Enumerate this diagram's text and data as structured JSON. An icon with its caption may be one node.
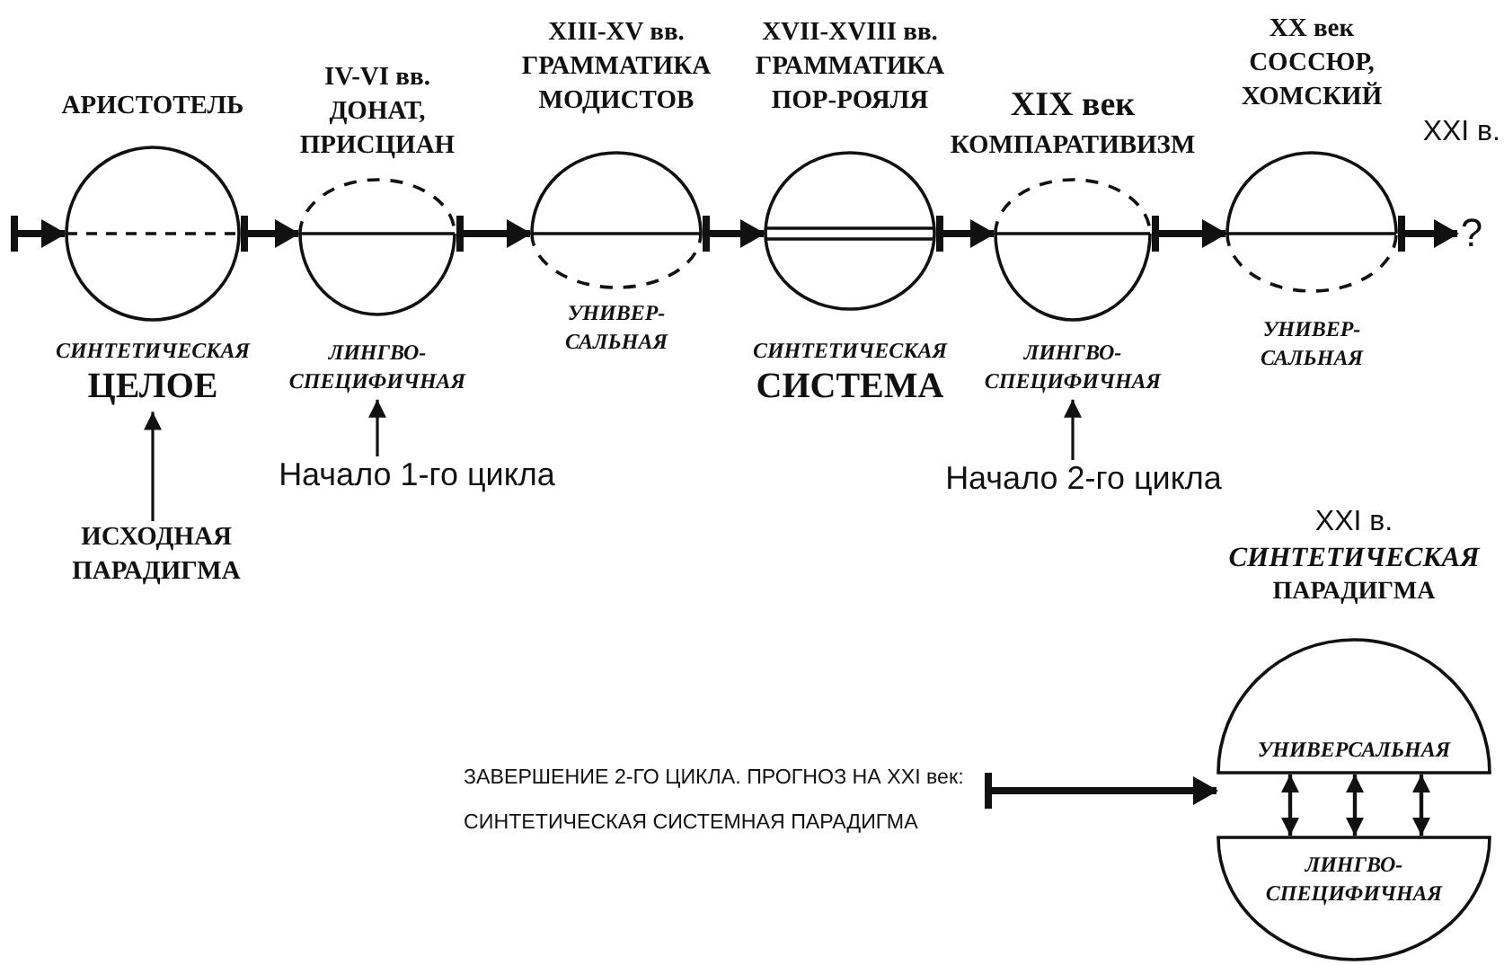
{
  "diagram": {
    "nodes": [
      {
        "text": [
          "АРИСТОТЕЛЬ"
        ],
        "beside": [
          "СИНТЕТИЧЕСКАЯ",
          "ЦЕЛОЕ"
        ]
      },
      {
        "text": [
          "IV-VI вв.",
          "ДОНАТ, ПРИСЦИАН"
        ],
        "beside": [
          "ЛИНГВО-СПЕЦИФИЧНАЯ"
        ]
      },
      {
        "text": [
          "XIII-XV вв.",
          "ГРАММАТИКА МОДИСТОВ"
        ],
        "beside": [
          "УНИВЕР-САЛЬНАЯ"
        ]
      },
      {
        "text": [
          "XVII-XVIII вв.",
          "ГРАММАТИКА ПОР-РОЯЛЯ"
        ],
        "beside": [
          "СИНТЕТИЧЕСКАЯ",
          "СИСТЕМА"
        ]
      },
      {
        "text": [
          "XIX век",
          "КОМПАРАТИВИЗМ"
        ],
        "beside": [
          "ЛИНГВО-СПЕЦИФИЧНАЯ"
        ]
      },
      {
        "text": [
          "XX век",
          "СОССЮР, ХОМСКИЙ"
        ],
        "beside": [
          "УНИВЕР-САЛЬНАЯ"
        ]
      },
      {
        "text": [
          "?"
        ],
        "beside": [
          "XXI в."
        ]
      },
      {
        "text": [
          "Начало 1-го цикла"
        ]
      },
      {
        "text": [
          "Начало 2-го цикла"
        ]
      },
      {
        "text": [
          "ИСХОДНАЯ ПАРАДИГМА"
        ]
      },
      {
        "text": [
          "XXI в.",
          "СИНТЕТИЧЕСКАЯ",
          "ПАРАДИГМА"
        ]
      },
      {
        "text": [
          "УНИВЕРСАЛЬНАЯ"
        ],
        "in": 10
      },
      {
        "text": [
          "ЛИНГВО-СПЕЦИФИЧНАЯ"
        ],
        "in": 10
      },
      {
        "text": [
          "ЗАВЕРШЕНИЕ 2-ГО ЦИКЛА. ПРОГНОЗ НА XXI век: СИНТЕТИЧЕСКАЯ СИСТЕМНАЯ ПАРАДИГМА"
        ]
      }
    ],
    "edges": [
      {
        "from": null,
        "to": 0,
        "arrow": "to"
      },
      {
        "from": 0,
        "to": 1,
        "arrow": "to"
      },
      {
        "from": 1,
        "to": 2,
        "arrow": "to"
      },
      {
        "from": 2,
        "to": 3,
        "arrow": "to"
      },
      {
        "from": 3,
        "to": 4,
        "arrow": "to"
      },
      {
        "from": 4,
        "to": 5,
        "arrow": "to"
      },
      {
        "from": 5,
        "to": 6,
        "arrow": "to"
      },
      {
        "from": 7,
        "to": 1,
        "arrow": "to"
      },
      {
        "from": 8,
        "to": 4,
        "arrow": "to"
      },
      {
        "from": 9,
        "to": 0,
        "arrow": "to"
      },
      {
        "from": 13,
        "to": 10,
        "arrow": "to"
      },
      {
        "from": 11,
        "to": 12,
        "arrow": "both"
      },
      {
        "from": 11,
        "to": 12,
        "arrow": "both"
      },
      {
        "from": 11,
        "to": 12,
        "arrow": "both"
      }
    ]
  }
}
